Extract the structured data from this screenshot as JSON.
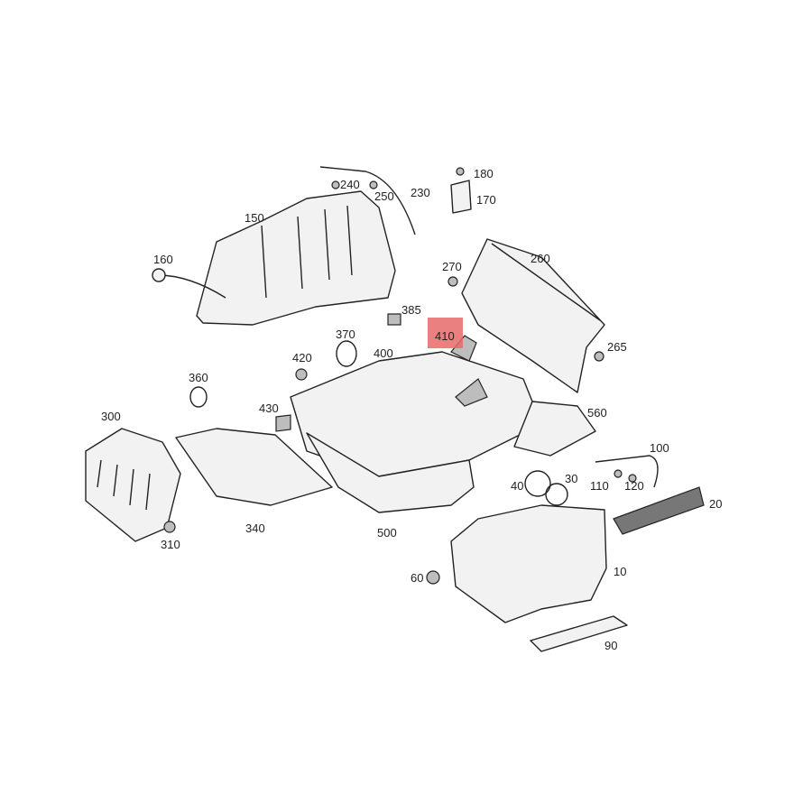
{
  "diagram": {
    "highlight_color": "#e86a6a",
    "highlighted_part": "410",
    "labels": [
      "180",
      "240",
      "250",
      "230",
      "170",
      "150",
      "160",
      "260",
      "270",
      "385",
      "410",
      "370",
      "400",
      "420",
      "265",
      "360",
      "430",
      "560",
      "300",
      "100",
      "40",
      "30",
      "110",
      "120",
      "20",
      "340",
      "500",
      "310",
      "60",
      "10",
      "90"
    ]
  }
}
